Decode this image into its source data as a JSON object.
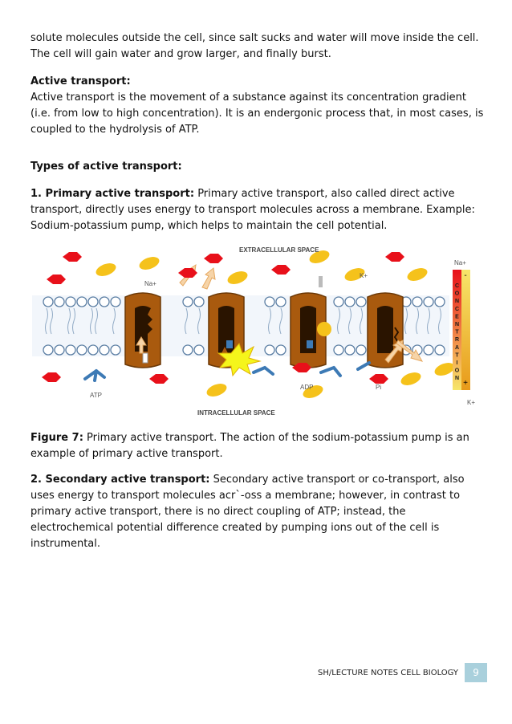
{
  "paragraphs": {
    "intro": "solute molecules outside the cell, since salt sucks and water will move inside the cell. The cell will gain water and grow larger, and finally burst.",
    "active_heading": "Active transport:",
    "active_body": "Active transport is the movement of a substance against its concentration gradient (i.e. from low to high concentration). It is an endergonic process that, in most cases, is coupled to the hydrolysis of ATP.",
    "types_heading": "Types of active transport:",
    "primary_label": "1. Primary active transport:",
    "primary_body": " Primary active transport, also called direct active transport, directly uses energy to transport molecules across a membrane. Example:  Sodium-potassium pump, which helps to maintain the cell potential.",
    "figure_label": "Figure 7:",
    "figure_caption": " Primary active transport. The action of the sodium-potassium pump is an example of primary active transport.",
    "secondary_label": "2. Secondary active transport:",
    "secondary_body": " Secondary active transport or co-transport, also uses energy to transport molecules acr`-oss a membrane; however, in contrast to primary active transport, there is no direct coupling of ATP; instead, the electrochemical potential difference created by pumping ions out of the cell is instrumental."
  },
  "figure": {
    "extracellular": "EXTRACELLULAR SPACE",
    "intracellular": "INTRACELLULAR SPACE",
    "na_top_left": "Na+",
    "k_top": "K+",
    "atp": "ATP",
    "adp": "ADP",
    "pi": "Pi",
    "na_right": "Na+",
    "k_right": "K+",
    "gradient_letters": [
      "C",
      "O",
      "N",
      "C",
      "E",
      "N",
      "T",
      "R",
      "A",
      "T",
      "I",
      "O",
      "N"
    ],
    "minus": "-",
    "plus": "+",
    "colors": {
      "sodium": "#e8101a",
      "potassium": "#f5c21b",
      "pump": "#a95a0e",
      "atp": "#3d7ab5"
    }
  },
  "footer": {
    "text": "SH/LECTURE NOTES CELL BIOLOGY",
    "page": "9"
  }
}
